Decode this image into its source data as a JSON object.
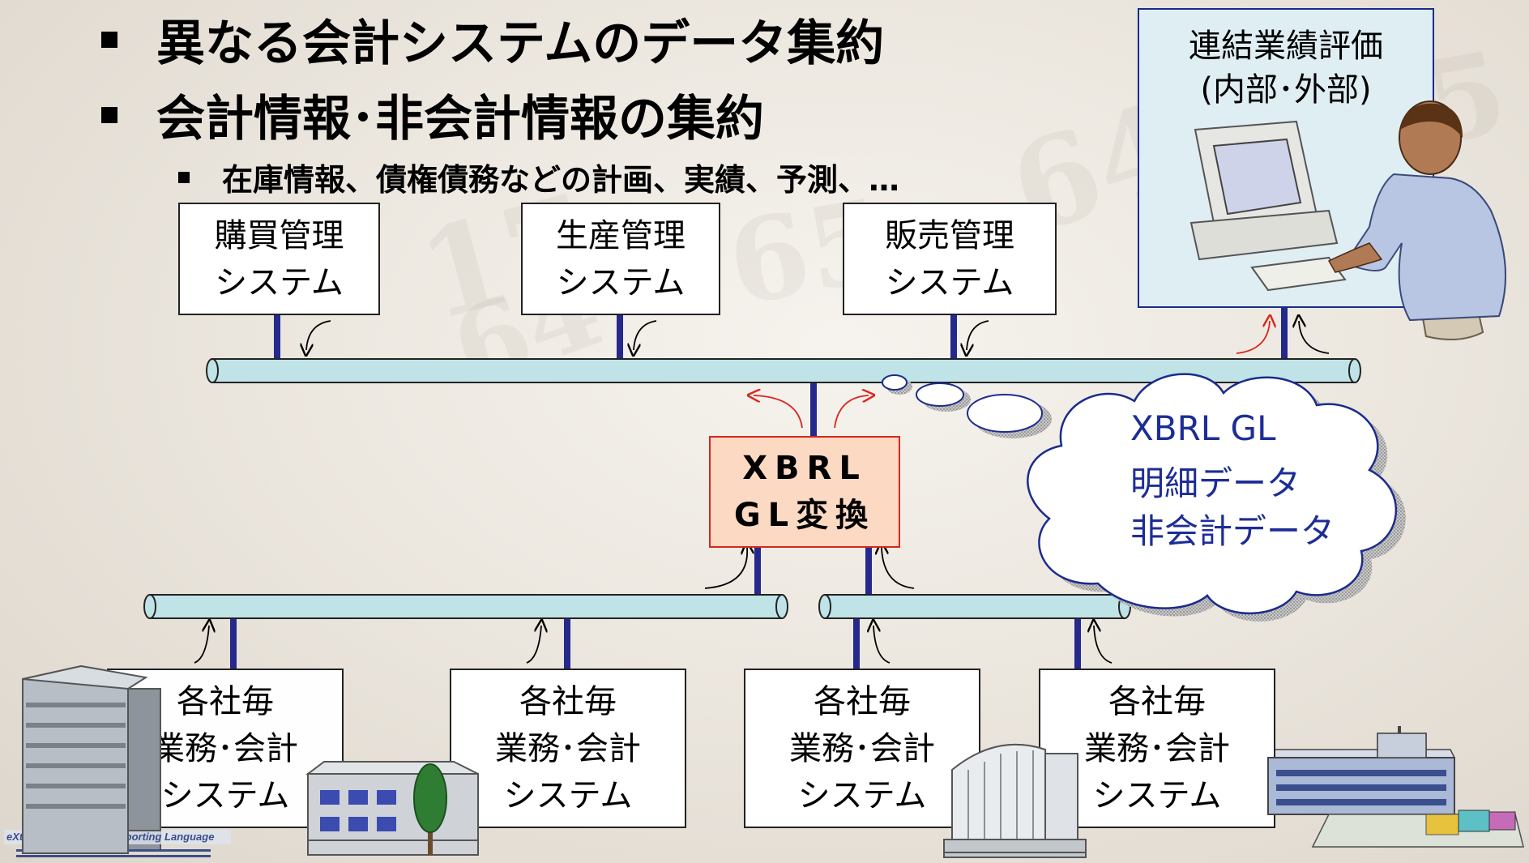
{
  "bullets": {
    "item1": "異なる会計システムのデータ集約",
    "item2": "会計情報･非会計情報の集約",
    "sub_item": "在庫情報、債権債務などの計画、実績、予測、…"
  },
  "top_systems": [
    {
      "line1": "購買管理",
      "line2": "システム"
    },
    {
      "line1": "生産管理",
      "line2": "システム"
    },
    {
      "line1": "販売管理",
      "line2": "システム"
    }
  ],
  "evaluation": {
    "line1": "連結業績評価",
    "line2": "(内部･外部)"
  },
  "xbrl_conversion": {
    "line1": "XBRL",
    "line2": "GL変換"
  },
  "cloud": {
    "line1": "XBRL GL",
    "line2": "明細データ",
    "line3": "非会計データ"
  },
  "bottom_systems": [
    {
      "line1": "各社毎",
      "line2": "業務･会計",
      "line3": "システム"
    },
    {
      "line1": "各社毎",
      "line2": "業務･会計",
      "line3": "システム"
    },
    {
      "line1": "各社毎",
      "line2": "業務･会計",
      "line3": "システム"
    },
    {
      "line1": "各社毎",
      "line2": "業務･会計",
      "line3": "システム"
    }
  ],
  "logo": "eXtensible Business Reporting Language",
  "colors": {
    "bus_fill": "#bfe3e6",
    "connector": "#25298c",
    "xbrl_box_fill": "#fcd9c3",
    "xbrl_box_border": "#d9261c",
    "cloud_text": "#1d2d96",
    "eval_panel_fill": "#dfeef3"
  }
}
